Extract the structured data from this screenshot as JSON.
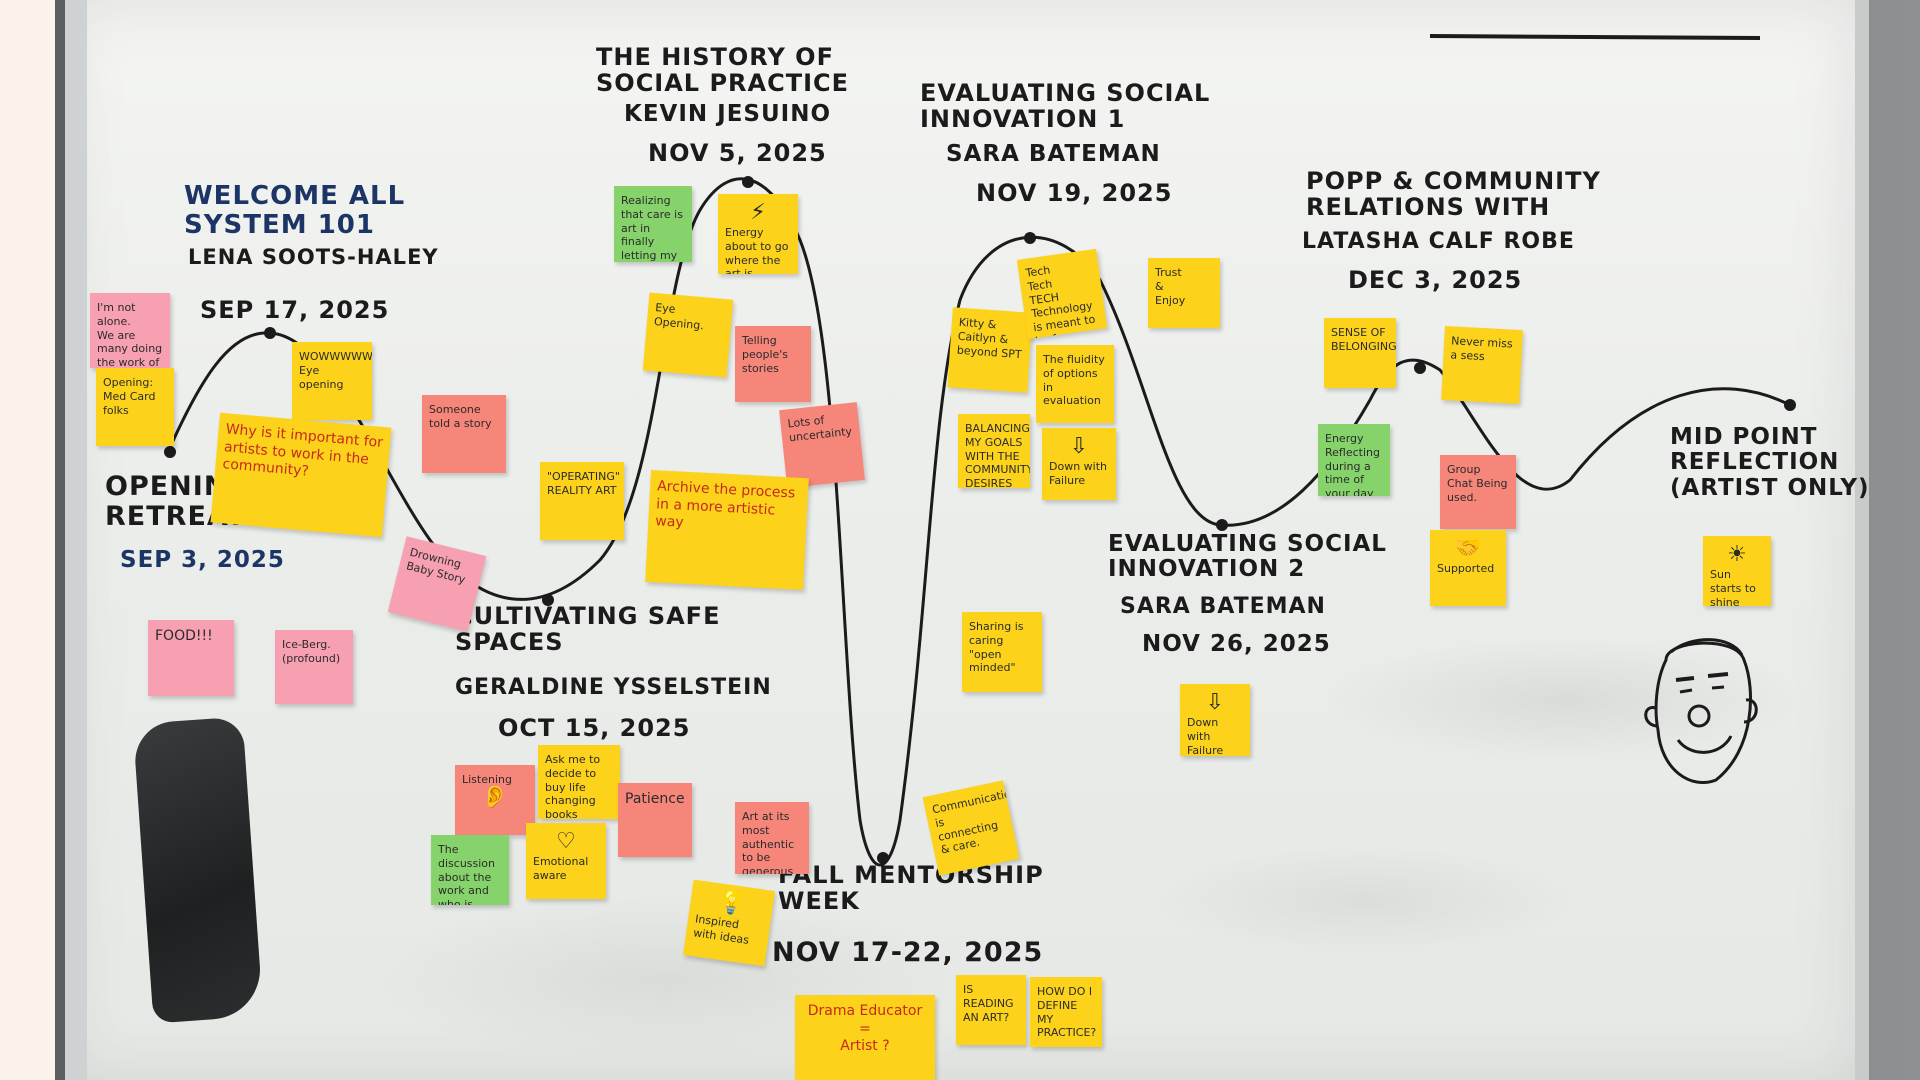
{
  "headings": {
    "opening": "Opening\nRetreat",
    "opening_date": "SEP 3, 2025",
    "welcome": "Welcome All\nSystem 101",
    "welcome_presenter": "Lena Soots-Haley",
    "welcome_date": "SEP 17, 2025",
    "cultivating": "Cultivating Safe\nSpaces",
    "cultivating_presenter": "Geraldine Ysselstein",
    "cultivating_date": "OCT 15, 2025",
    "history": "The History of\nSocial Practice",
    "history_presenter": "Kevin Jesuino",
    "history_date": "NOV 5, 2025",
    "fall": "Fall Mentorship\nWeek",
    "fall_date": "NOV 17-22, 2025",
    "eval1": "Evaluating Social\nInnovation 1",
    "eval1_presenter": "Sara Bateman",
    "eval1_date": "NOV 19, 2025",
    "eval2": "Evaluating Social\nInnovation 2",
    "eval2_presenter": "Sara Bateman",
    "eval2_date": "NOV 26, 2025",
    "popp": "POPP & Community\nRelations with",
    "popp_presenter": "Latasha Calf Robe",
    "popp_date": "DEC 3, 2025",
    "midpoint": "Mid Point\nReflection\n(Artist Only)"
  },
  "notes": {
    "n1": "I'm not alone.\nWe are many doing the work of change",
    "n2": "Opening:\nMed Card folks",
    "n3": "WOWWWWW\nEye opening",
    "n4": "Why is it important for artists to work in the community?",
    "n5": "Someone told a story",
    "n6": "FOOD!!!",
    "n7": "Ice-Berg.\n(profound)",
    "n8": "Drowning Baby Story",
    "n9": "\"OPERATING\" REALITY ART",
    "n10": "Realizing that care is art in finally letting my guard down",
    "n11": "Energy about to go where the art is meaning",
    "n12": "Eye Opening.",
    "n13": "Telling people's stories",
    "n14": "Lots of uncertainty",
    "n15": "Archive the process in a more artistic way",
    "n16": "Listening",
    "n17": "Ask me to decide to buy life changing books",
    "n18": "Patience",
    "n19": "The discussion about the work and who is affected",
    "n20": "Emotional aware",
    "n21": "Art at its most authentic to be generous",
    "n22": "Inspired with ideas",
    "n23": "Drama Educator\n=\nArtist ?",
    "n24": "Kitty & Caitlyn & beyond SPT",
    "n25": "Tech\nTech\nTECH\nTechnology is meant to be fun",
    "n26": "The fluidity of options in evaluation",
    "n27": "Trust\n&\nEnjoy",
    "n28": "BALANCING MY GOALS WITH THE COMMUNITY'S DESIRES",
    "n29": "Down with Failure",
    "n30": "Sharing is caring\n\"open minded\"",
    "n31": "Communication is connecting & care.",
    "n32": "IS READING AN ART?",
    "n33": "HOW DO I DEFINE MY PRACTICE?",
    "n34": "Down with Failure",
    "n35": "SENSE OF BELONGING",
    "n36": "Never miss a sess",
    "n37": "Energy\nReflecting during a time of your day",
    "n38": "Group Chat Being used.",
    "n39": "Supported",
    "n40": "Sun starts to shine"
  },
  "colors": {
    "yellow": "#fcd21a",
    "pink": "#f6a0b2",
    "salmon": "#f6857a",
    "green": "#86d36b",
    "marker_black": "#1b1b1b",
    "marker_blue": "#1d3566"
  }
}
